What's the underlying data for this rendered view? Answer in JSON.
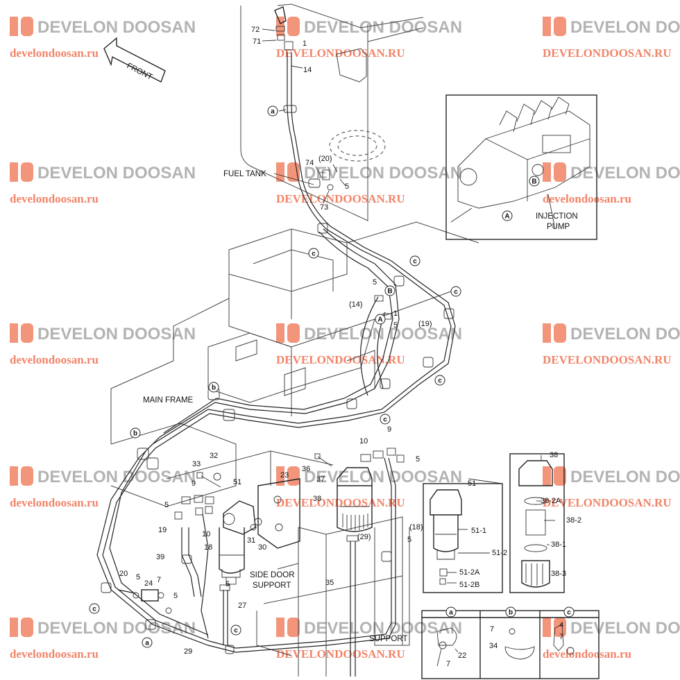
{
  "watermark": {
    "brand": "DEVELON DOOSAN",
    "url_lower": "develondoosan.ru",
    "url_upper": "DEVELONDOOSAN.RU"
  },
  "captions": {
    "front": "FRONT",
    "fuel_tank": "FUEL TANK",
    "main_frame": "MAIN FRAME",
    "injection_pump_1": "INJECTION",
    "injection_pump_2": "PUMP",
    "side_door_support_1": "SIDE DOOR",
    "side_door_support_2": "SUPPORT",
    "support": "SUPPORT"
  },
  "part_labels": [
    "72",
    "71",
    "1",
    "14",
    "74",
    "(20)",
    "5",
    "73",
    "5",
    "(14)",
    "1",
    "5",
    "(19)",
    "10",
    "9",
    "5",
    "36",
    "37",
    "38",
    "23",
    "33",
    "32",
    "9",
    "51",
    "5",
    "10",
    "19",
    "18",
    "31",
    "30",
    "39",
    "5",
    "20",
    "5",
    "7",
    "24",
    "5",
    "27",
    "35",
    "(29)",
    "(18)",
    "5",
    "29",
    "51",
    "51-1",
    "51-2",
    "51-2A",
    "51-2B",
    "38",
    "38-2A",
    "38-2",
    "38-1",
    "38-3",
    "22",
    "7",
    "7",
    "34",
    "4",
    "7"
  ],
  "ref_markers": {
    "a": "a",
    "b": "b",
    "c": "c",
    "A": "A",
    "B": "B"
  }
}
